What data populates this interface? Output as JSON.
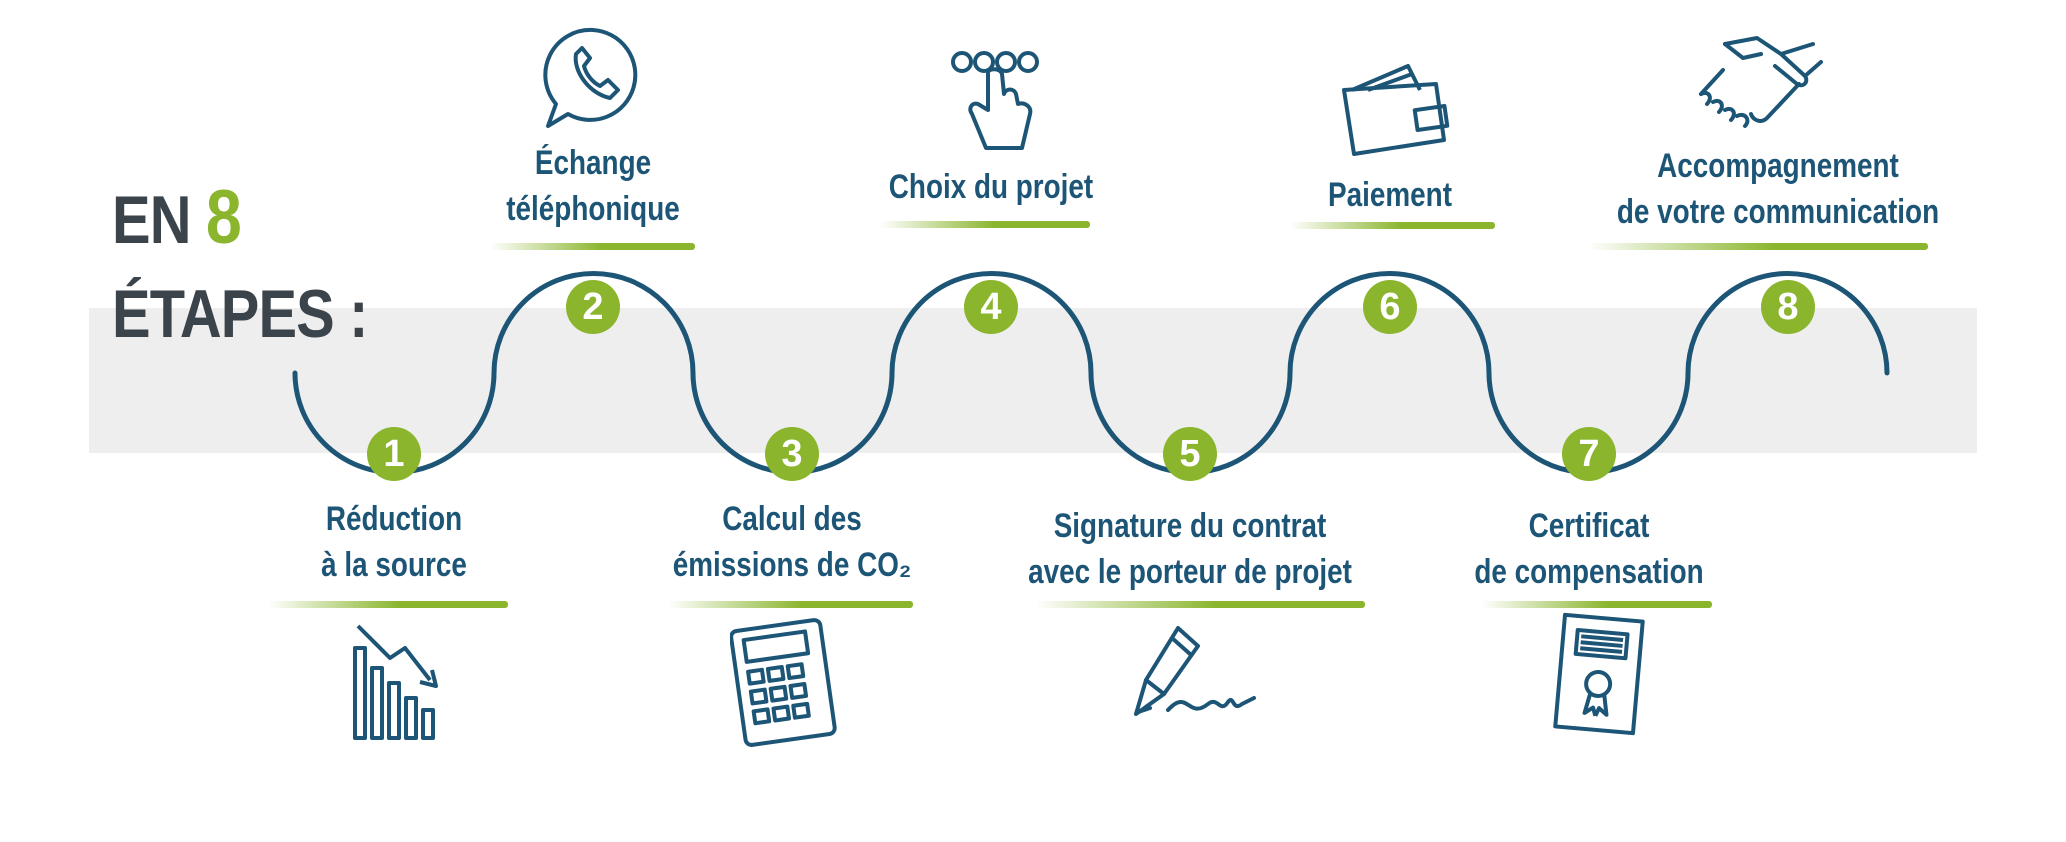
{
  "title": {
    "prefix": "EN",
    "number": "8",
    "line2": "ÉTAPES :"
  },
  "colors": {
    "accent": "#8ab52d",
    "primary": "#1d5577",
    "title": "#3b434b",
    "band": "#eeeeee"
  },
  "steps": [
    {
      "number": "1",
      "line1": "Réduction",
      "line2": "à la source",
      "icon": "declining-chart-icon"
    },
    {
      "number": "2",
      "line1": "Échange",
      "line2": "téléphonique",
      "icon": "phone-bubble-icon"
    },
    {
      "number": "3",
      "line1": "Calcul des",
      "line2": "émissions de CO₂",
      "icon": "calculator-icon"
    },
    {
      "number": "4",
      "line1": "Choix du projet",
      "line2": "",
      "icon": "touch-select-icon"
    },
    {
      "number": "5",
      "line1": "Signature du contrat",
      "line2": "avec le porteur de projet",
      "icon": "pen-signature-icon"
    },
    {
      "number": "6",
      "line1": "Paiement",
      "line2": "",
      "icon": "wallet-icon"
    },
    {
      "number": "7",
      "line1": "Certificat",
      "line2": "de compensation",
      "icon": "certificate-icon"
    },
    {
      "number": "8",
      "line1": "Accompagnement",
      "line2": "de votre communication",
      "icon": "handshake-icon"
    }
  ]
}
